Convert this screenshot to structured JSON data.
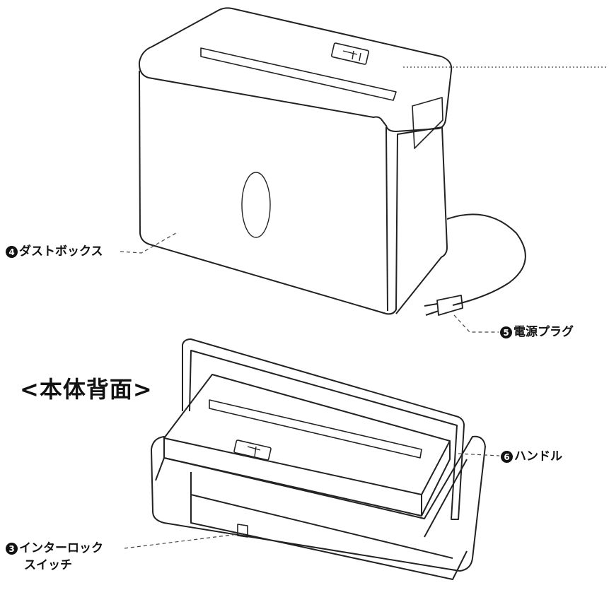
{
  "section_title": "<本体背面>",
  "labels": [
    {
      "num": "4",
      "text": "ダストボックス"
    },
    {
      "num": "5",
      "text": "電源プラグ"
    },
    {
      "num": "6",
      "text": "ハンドル"
    },
    {
      "num": "3",
      "text": "インターロック",
      "text2": "スイッチ"
    }
  ],
  "colors": {
    "line": "#222222",
    "leader": "#444444"
  }
}
